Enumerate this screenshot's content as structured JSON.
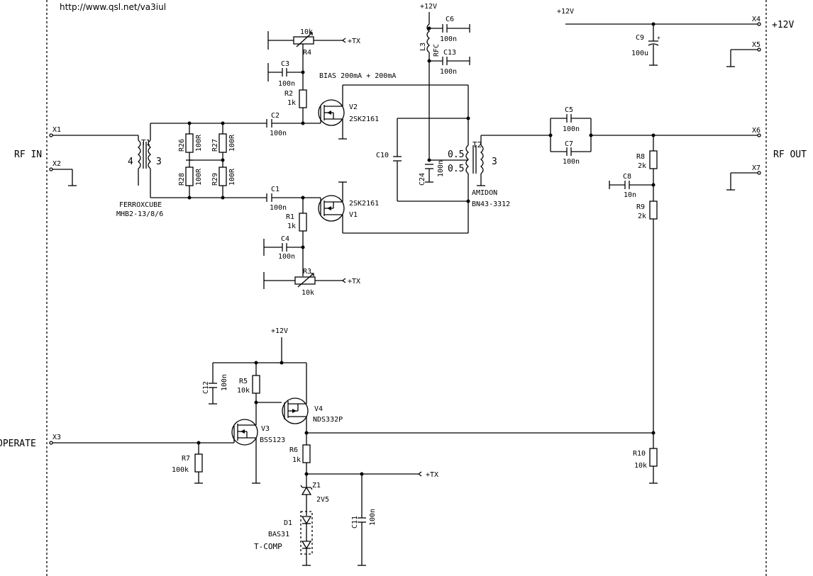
{
  "url": "http://www.qsl.net/va3iul",
  "ports": {
    "rf_in": "RF IN",
    "rf_out": "RF OUT",
    "operate": "OPERATE",
    "plus12v": "+12V",
    "x1": "X1",
    "x2": "X2",
    "x3": "X3",
    "x4": "X4",
    "x5": "X5",
    "x6": "X6",
    "x7": "X7"
  },
  "supply": {
    "top": "+12V",
    "right": "+12V",
    "bottom": "+12V",
    "tx": "+TX"
  },
  "note": "BIAS 200mA + 200mA",
  "t1": {
    "name": "T1",
    "left": "4",
    "right": "3",
    "core1": "FERROXCUBE",
    "core2": "MHB2-13/8/6"
  },
  "t2": {
    "name": "T2",
    "ratio_a": "0.5",
    "ratio_b": "0.5",
    "right": "3",
    "core1": "AMIDON",
    "core2": "BN43-3312"
  },
  "rfc": {
    "name": "L3",
    "label": "RFC"
  },
  "resistors": {
    "r1": {
      "name": "R1",
      "value": "1k"
    },
    "r2": {
      "name": "R2",
      "value": "1k"
    },
    "r3": {
      "name": "R3",
      "value": "10k"
    },
    "r4": {
      "name": "R4",
      "value": "10k"
    },
    "r5": {
      "name": "R5",
      "value": "10k"
    },
    "r6": {
      "name": "R6",
      "value": "1k"
    },
    "r7": {
      "name": "R7",
      "value": "100k"
    },
    "r8": {
      "name": "R8",
      "value": "2k"
    },
    "r9": {
      "name": "R9",
      "value": "2k"
    },
    "r10": {
      "name": "R10",
      "value": "10k"
    },
    "r26": {
      "name": "R26",
      "value": "100R"
    },
    "r27": {
      "name": "R27",
      "value": "100R"
    },
    "r28": {
      "name": "R28",
      "value": "100R"
    },
    "r29": {
      "name": "R29",
      "value": "100R"
    }
  },
  "capacitors": {
    "c1": {
      "name": "C1",
      "value": "100n"
    },
    "c2": {
      "name": "C2",
      "value": "100n"
    },
    "c3": {
      "name": "C3",
      "value": "100n"
    },
    "c4": {
      "name": "C4",
      "value": "100n"
    },
    "c5": {
      "name": "C5",
      "value": "100n"
    },
    "c6": {
      "name": "C6",
      "value": "100n"
    },
    "c7": {
      "name": "C7",
      "value": "100n"
    },
    "c8": {
      "name": "C8",
      "value": "10n"
    },
    "c9": {
      "name": "C9",
      "value": "100u"
    },
    "c10": {
      "name": "C10"
    },
    "c11": {
      "name": "C11",
      "value": "100n"
    },
    "c12": {
      "name": "C12",
      "value": "100n"
    },
    "c13": {
      "name": "C13",
      "value": "100n"
    },
    "c24": {
      "name": "C24",
      "value": "100n"
    }
  },
  "transistors": {
    "v1": {
      "name": "V1",
      "part": "2SK2161"
    },
    "v2": {
      "name": "V2",
      "part": "2SK2161"
    },
    "v3": {
      "name": "V3",
      "part": "BSS123"
    },
    "v4": {
      "name": "V4",
      "part": "NDS332P"
    }
  },
  "diodes": {
    "z1": {
      "name": "Z1",
      "value": "2V5"
    },
    "d1": {
      "name": "D1",
      "part": "BAS31",
      "note": "T-COMP"
    }
  }
}
